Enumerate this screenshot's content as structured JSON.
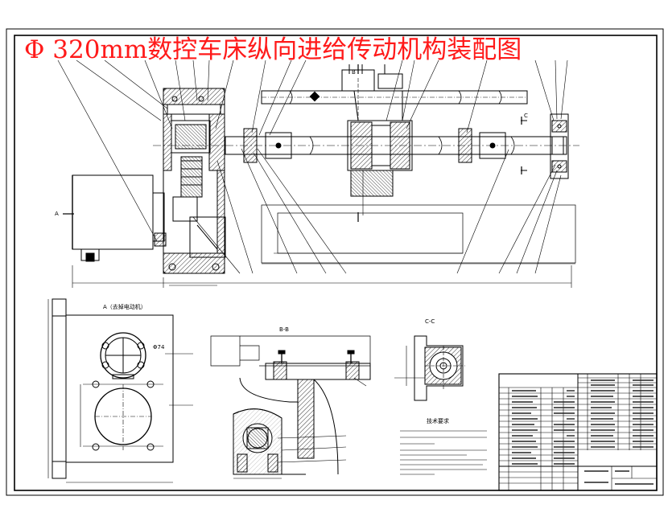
{
  "title": "Φ 320mm数控车床纵向进给传动机构装配图",
  "view_labels": {
    "section_a": "A（去掉电动机）",
    "section_b": "B-B",
    "section_c": "C-C",
    "cut_a": "A",
    "cut_b": "B",
    "cut_c": "C"
  },
  "dimension_labels": {
    "dia_74": "Φ74"
  },
  "notes": {
    "heading": "技术要求"
  },
  "colors": {
    "title": "#ff1a1a",
    "line": "#000000",
    "hatch": "#000000",
    "background": "#ffffff"
  }
}
